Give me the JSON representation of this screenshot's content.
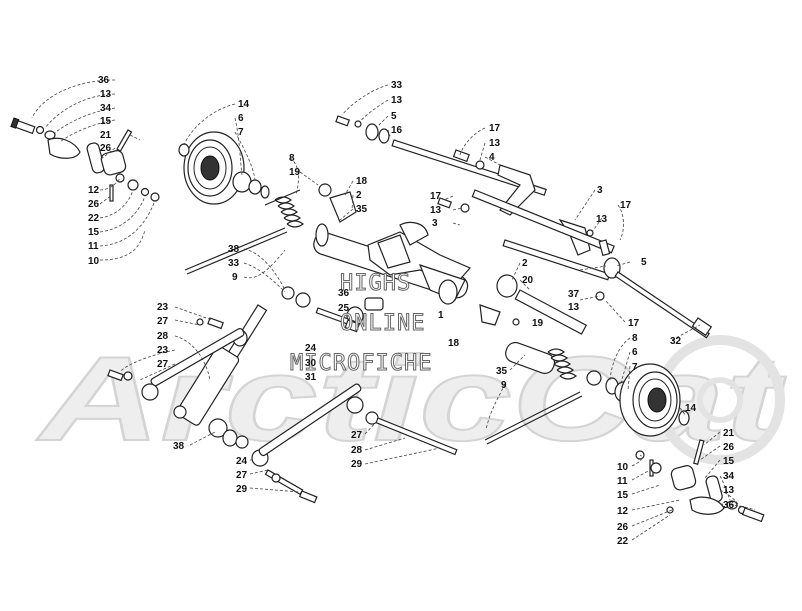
{
  "watermark": {
    "lines": [
      "HIGHS",
      "ONLINE",
      "MICROFICHE"
    ],
    "brand": "ArcticCat"
  },
  "callouts": {
    "top_left": [
      "36",
      "13",
      "34",
      "15",
      "21",
      "26",
      "12",
      "26",
      "22",
      "15",
      "11",
      "10"
    ],
    "top_left_pulley": [
      "14",
      "6",
      "7"
    ],
    "top_left_spring": [
      "8",
      "19"
    ],
    "top_middle": [
      "33",
      "13",
      "5",
      "16"
    ],
    "top_middle_side": [
      "17",
      "13",
      "4"
    ],
    "center_upper": [
      "18",
      "2",
      "35",
      "17",
      "13",
      "3"
    ],
    "right_arm": [
      "3",
      "17",
      "13"
    ],
    "left_mid": [
      "38",
      "33",
      "9"
    ],
    "center_mid": [
      "2",
      "20",
      "37",
      "13",
      "5"
    ],
    "center_labels": [
      "36",
      "25",
      "24",
      "30",
      "31",
      "1",
      "18",
      "19"
    ],
    "right_mid": [
      "17",
      "32",
      "35",
      "8",
      "6",
      "7",
      "9"
    ],
    "left_lower": [
      "23",
      "27",
      "28",
      "23",
      "27"
    ],
    "left_bottom": [
      "38",
      "24",
      "27",
      "29"
    ],
    "center_bottom": [
      "27",
      "28",
      "29"
    ],
    "right_bottom_pulley": [
      "14"
    ],
    "right_bottom": [
      "21",
      "26",
      "15",
      "34",
      "13",
      "36",
      "10",
      "11",
      "15",
      "12",
      "26",
      "22"
    ]
  }
}
